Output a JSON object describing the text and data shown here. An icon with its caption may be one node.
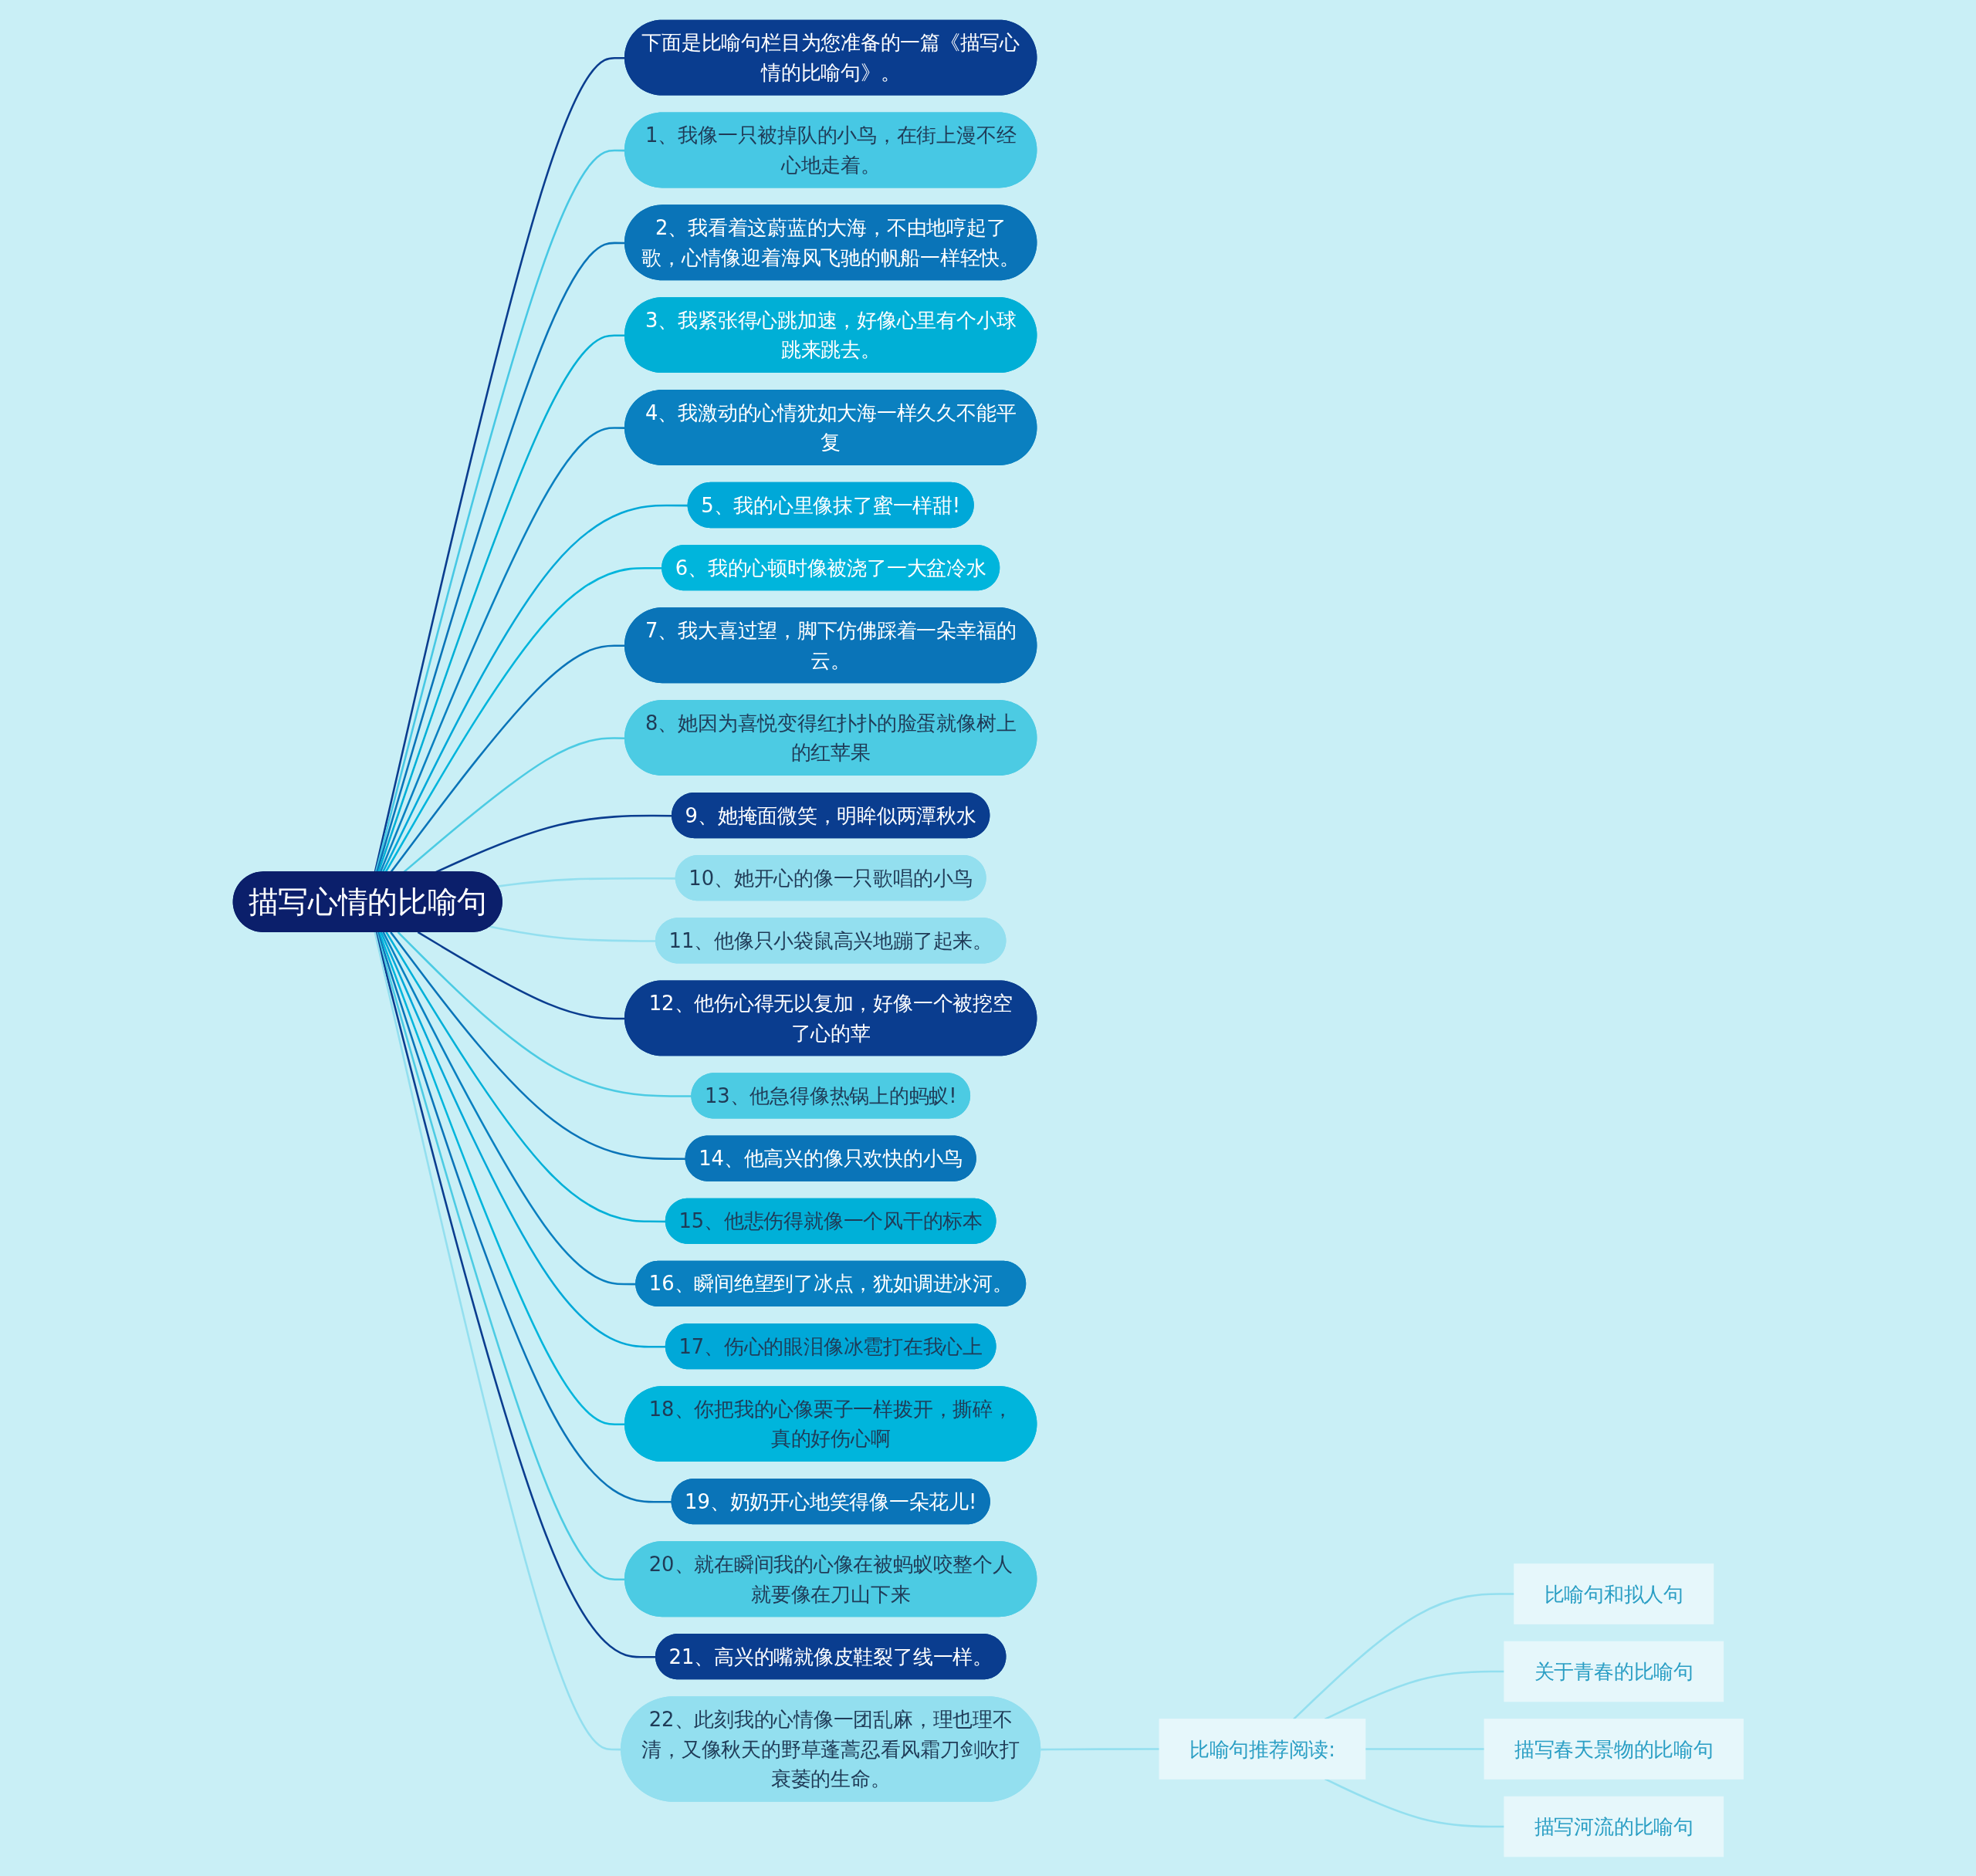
{
  "diagram": {
    "nodes": [
      {
        "text": [
          "描写心情的比喻句"
        ]
      },
      {
        "text": [
          "下面是比喻句栏目为您准备的一篇《描写心情的比喻句》。"
        ]
      },
      {
        "text": [
          "1、我像一只被掉队的小鸟，在街上漫不经心地走着。"
        ]
      },
      {
        "text": [
          "2、我看着这蔚蓝的大海，不由地哼起了歌，心情像迎着海风飞驰的帆船一样轻快。"
        ]
      },
      {
        "text": [
          "3、我紧张得心跳加速，好像心里有个小球跳来跳去。"
        ]
      },
      {
        "text": [
          "4、我激动的心情犹如大海一样久久不能平复"
        ]
      },
      {
        "text": [
          "5、我的心里像抹了蜜一样甜!"
        ]
      },
      {
        "text": [
          "6、我的心顿时像被浇了一大盆冷水"
        ]
      },
      {
        "text": [
          "7、我大喜过望，脚下仿佛踩着一朵幸福的云。"
        ]
      },
      {
        "text": [
          "8、她因为喜悦变得红扑扑的脸蛋就像树上的红苹果"
        ]
      },
      {
        "text": [
          "9、她掩面微笑，明眸似两潭秋水"
        ]
      },
      {
        "text": [
          "10、她开心的像一只歌唱的小鸟"
        ]
      },
      {
        "text": [
          "11、他像只小袋鼠高兴地蹦了起来。"
        ]
      },
      {
        "text": [
          "12、他伤心得无以复加，好像一个被挖空了心的苹"
        ]
      },
      {
        "text": [
          "13、他急得像热锅上的蚂蚁!"
        ]
      },
      {
        "text": [
          "14、他高兴的像只欢快的小鸟"
        ]
      },
      {
        "text": [
          "15、他悲伤得就像一个风干的标本"
        ]
      },
      {
        "text": [
          "16、瞬间绝望到了冰点，犹如调进冰河。"
        ]
      },
      {
        "text": [
          "17、伤心的眼泪像冰雹打在我心上"
        ]
      },
      {
        "text": [
          "18、你把我的心像栗子一样拨开，撕碎，真的好伤心啊"
        ]
      },
      {
        "text": [
          "19、奶奶开心地笑得像一朵花儿!"
        ]
      },
      {
        "text": [
          "20、就在瞬间我的心像在被蚂蚁咬整个人就要像在刀山下来"
        ]
      },
      {
        "text": [
          "21、高兴的嘴就像皮鞋裂了线一样。"
        ]
      },
      {
        "text": [
          "22、此刻我的心情像一团乱麻，理也理不清，又像秋天的野草蓬蒿忍看风霜刀剑吹打衰萎的生命。"
        ]
      },
      {
        "text": [
          "比喻句推荐阅读:"
        ]
      },
      {
        "text": [
          "比喻句和拟人句"
        ]
      },
      {
        "text": [
          "关于青春的比喻句"
        ]
      },
      {
        "text": [
          "描写春天景物的比喻句"
        ]
      },
      {
        "text": [
          "描写河流的比喻句"
        ]
      }
    ],
    "edges": [
      {
        "from": 0,
        "to": 1,
        "arrow": "none",
        "color": "#0a3d8f"
      },
      {
        "from": 0,
        "to": 2,
        "arrow": "none",
        "color": "#47c8e4"
      },
      {
        "from": 0,
        "to": 3,
        "arrow": "none",
        "color": "#0a74b8"
      },
      {
        "from": 0,
        "to": 4,
        "arrow": "none",
        "color": "#00afd6"
      },
      {
        "from": 0,
        "to": 5,
        "arrow": "none",
        "color": "#0a80c0"
      },
      {
        "from": 0,
        "to": 6,
        "arrow": "none",
        "color": "#00a8d8"
      },
      {
        "from": 0,
        "to": 7,
        "arrow": "none",
        "color": "#00b5dc"
      },
      {
        "from": 0,
        "to": 8,
        "arrow": "none",
        "color": "#0a74b8"
      },
      {
        "from": 0,
        "to": 9,
        "arrow": "none",
        "color": "#4ccbe3"
      },
      {
        "from": 0,
        "to": 10,
        "arrow": "none",
        "color": "#0a3d8f"
      },
      {
        "from": 0,
        "to": 11,
        "arrow": "none",
        "color": "#93dfef"
      },
      {
        "from": 0,
        "to": 12,
        "arrow": "none",
        "color": "#93dfef"
      },
      {
        "from": 0,
        "to": 13,
        "arrow": "none",
        "color": "#0a3d8f"
      },
      {
        "from": 0,
        "to": 14,
        "arrow": "none",
        "color": "#4ccbe3"
      },
      {
        "from": 0,
        "to": 15,
        "arrow": "none",
        "color": "#0a74b8"
      },
      {
        "from": 0,
        "to": 16,
        "arrow": "none",
        "color": "#00b0d8"
      },
      {
        "from": 0,
        "to": 17,
        "arrow": "none",
        "color": "#0a80c0"
      },
      {
        "from": 0,
        "to": 18,
        "arrow": "none",
        "color": "#00a8d8"
      },
      {
        "from": 0,
        "to": 19,
        "arrow": "none",
        "color": "#00b5dc"
      },
      {
        "from": 0,
        "to": 20,
        "arrow": "none",
        "color": "#0a74b8"
      },
      {
        "from": 0,
        "to": 21,
        "arrow": "none",
        "color": "#4ccbe3"
      },
      {
        "from": 0,
        "to": 22,
        "arrow": "none",
        "color": "#0a3d8f"
      },
      {
        "from": 0,
        "to": 23,
        "arrow": "none",
        "color": "#93dfef"
      },
      {
        "from": 23,
        "to": 24,
        "arrow": "none",
        "color": "#93dfef"
      },
      {
        "from": 24,
        "to": 25,
        "arrow": "none",
        "color": "#93dfef"
      },
      {
        "from": 24,
        "to": 26,
        "arrow": "none",
        "color": "#93dfef"
      },
      {
        "from": 24,
        "to": 27,
        "arrow": "none",
        "color": "#93dfef"
      },
      {
        "from": 24,
        "to": 28,
        "arrow": "none",
        "color": "#93dfef"
      }
    ]
  }
}
